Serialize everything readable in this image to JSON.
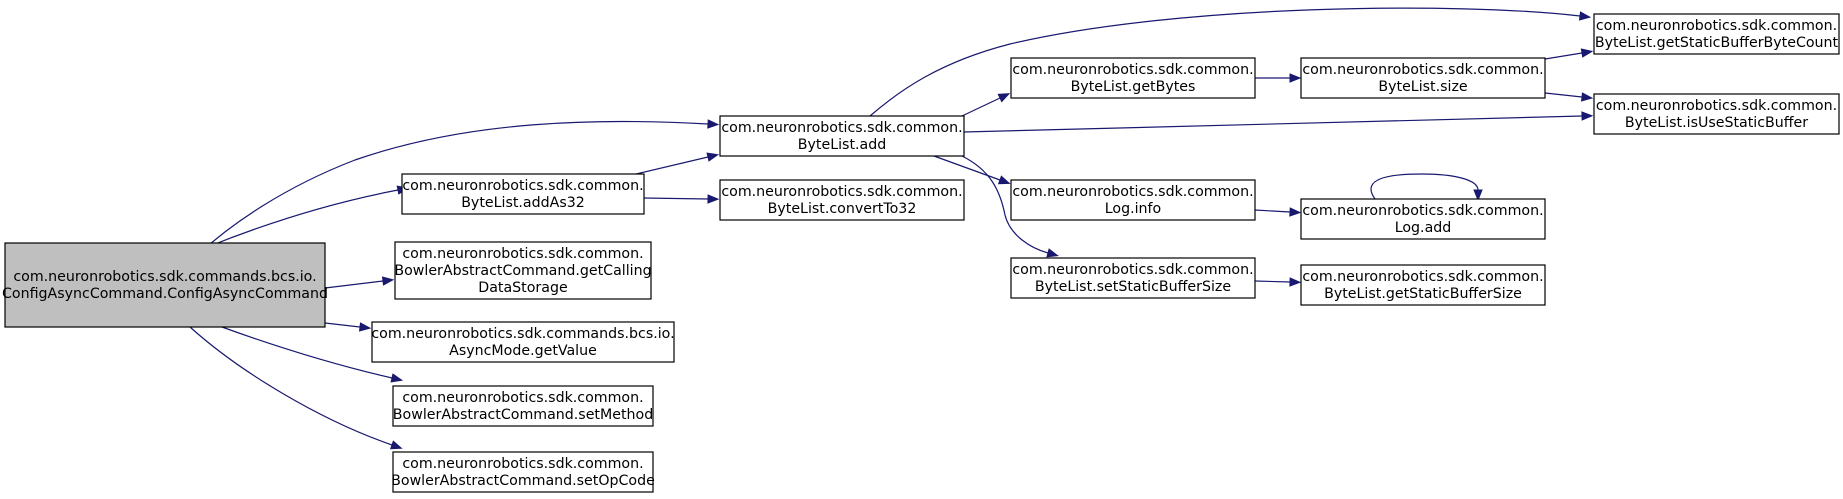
{
  "diagram": {
    "type": "call-graph",
    "colors": {
      "edge": "#191970",
      "root_fill": "#bfbfbf",
      "node_fill": "#ffffff",
      "node_border": "#000000"
    },
    "nodes": [
      {
        "id": "root",
        "lines": [
          "com.neuronrobotics.sdk.commands.bcs.io.",
          "ConfigAsyncCommand.ConfigAsyncCommand"
        ]
      },
      {
        "id": "addAs32",
        "lines": [
          "com.neuronrobotics.sdk.common.",
          "ByteList.addAs32"
        ]
      },
      {
        "id": "getCallingDataStorage",
        "lines": [
          "com.neuronrobotics.sdk.common.",
          "BowlerAbstractCommand.getCalling",
          "DataStorage"
        ]
      },
      {
        "id": "asyncGetValue",
        "lines": [
          "com.neuronrobotics.sdk.commands.bcs.io.",
          "AsyncMode.getValue"
        ]
      },
      {
        "id": "setMethod",
        "lines": [
          "com.neuronrobotics.sdk.common.",
          "BowlerAbstractCommand.setMethod"
        ]
      },
      {
        "id": "setOpCode",
        "lines": [
          "com.neuronrobotics.sdk.common.",
          "BowlerAbstractCommand.setOpCode"
        ]
      },
      {
        "id": "byteListAdd",
        "lines": [
          "com.neuronrobotics.sdk.common.",
          "ByteList.add"
        ]
      },
      {
        "id": "convertTo32",
        "lines": [
          "com.neuronrobotics.sdk.common.",
          "ByteList.convertTo32"
        ]
      },
      {
        "id": "getBytes",
        "lines": [
          "com.neuronrobotics.sdk.common.",
          "ByteList.getBytes"
        ]
      },
      {
        "id": "logInfo",
        "lines": [
          "com.neuronrobotics.sdk.common.",
          "Log.info"
        ]
      },
      {
        "id": "setStaticBufferSize",
        "lines": [
          "com.neuronrobotics.sdk.common.",
          "ByteList.setStaticBufferSize"
        ]
      },
      {
        "id": "size",
        "lines": [
          "com.neuronrobotics.sdk.common.",
          "ByteList.size"
        ]
      },
      {
        "id": "logAdd",
        "lines": [
          "com.neuronrobotics.sdk.common.",
          "Log.add"
        ]
      },
      {
        "id": "getStaticBufferSize",
        "lines": [
          "com.neuronrobotics.sdk.common.",
          "ByteList.getStaticBufferSize"
        ]
      },
      {
        "id": "getStaticBufferByteCount",
        "lines": [
          "com.neuronrobotics.sdk.common.",
          "ByteList.getStaticBufferByteCount"
        ]
      },
      {
        "id": "isUseStaticBuffer",
        "lines": [
          "com.neuronrobotics.sdk.common.",
          "ByteList.isUseStaticBuffer"
        ]
      }
    ],
    "edges": [
      {
        "from": "root",
        "to": "byteListAdd"
      },
      {
        "from": "root",
        "to": "addAs32"
      },
      {
        "from": "root",
        "to": "getCallingDataStorage"
      },
      {
        "from": "root",
        "to": "asyncGetValue"
      },
      {
        "from": "root",
        "to": "setMethod"
      },
      {
        "from": "root",
        "to": "setOpCode"
      },
      {
        "from": "addAs32",
        "to": "byteListAdd"
      },
      {
        "from": "addAs32",
        "to": "convertTo32"
      },
      {
        "from": "byteListAdd",
        "to": "getStaticBufferByteCount"
      },
      {
        "from": "byteListAdd",
        "to": "getBytes"
      },
      {
        "from": "byteListAdd",
        "to": "isUseStaticBuffer"
      },
      {
        "from": "byteListAdd",
        "to": "logInfo"
      },
      {
        "from": "byteListAdd",
        "to": "setStaticBufferSize"
      },
      {
        "from": "getBytes",
        "to": "size"
      },
      {
        "from": "size",
        "to": "getStaticBufferByteCount"
      },
      {
        "from": "size",
        "to": "isUseStaticBuffer"
      },
      {
        "from": "logInfo",
        "to": "logAdd"
      },
      {
        "from": "logAdd",
        "to": "logAdd"
      },
      {
        "from": "setStaticBufferSize",
        "to": "getStaticBufferSize"
      }
    ]
  }
}
